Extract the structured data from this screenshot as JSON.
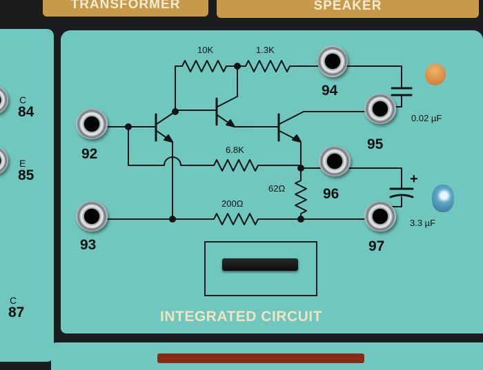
{
  "top_tabs": [
    "TRANSFORMER",
    "SPEAKER"
  ],
  "left_panel": {
    "terminals": [
      {
        "letter": "C",
        "number": "84"
      },
      {
        "letter": "E",
        "number": "85"
      },
      {
        "letter": "C",
        "number": "87"
      }
    ]
  },
  "circuit": {
    "resistors": [
      "10K",
      "1.3K",
      "6.8K",
      "62Ω",
      "200Ω"
    ],
    "capacitors": [
      "0.02 µF",
      "3.3 µF"
    ],
    "capacitor_polarity": "+",
    "terminals": [
      "92",
      "93",
      "94",
      "95",
      "96",
      "97"
    ]
  },
  "footer_label": "INTEGRATED CIRCUIT"
}
